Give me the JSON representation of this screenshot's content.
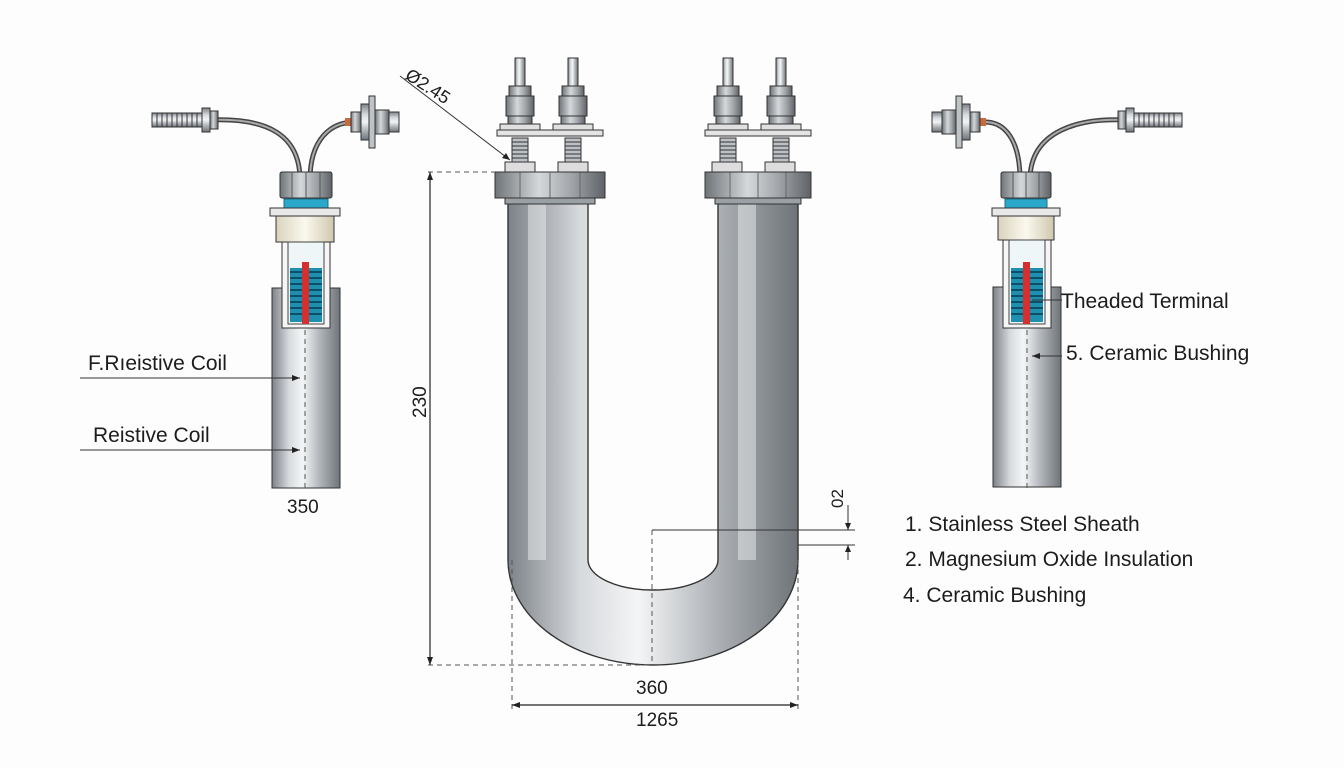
{
  "left_view": {
    "label_1": "F.Rıeistive Coil",
    "label_2": "Reistive Coil",
    "width_dim": "350"
  },
  "center_view": {
    "diameter_dim": "Ø2.45",
    "height_dim": "230",
    "gap_dim": "02",
    "inner_width_dim": "360",
    "overall_width_dim": "1265"
  },
  "right_view": {
    "label_terminal": "Theaded Terminal",
    "label_bushing": "5.  Ceramic Bushing"
  },
  "legend": {
    "items": [
      "1.  Stainless Steel Sheath",
      "2.  Magnesium Oxide Insulation",
      "4.  Ceramic Bushing"
    ]
  },
  "colors": {
    "steel": "#a9aeb3",
    "coil": "#2aa7c9",
    "core": "#d62f2f",
    "bushing": "#f4f0e2"
  }
}
